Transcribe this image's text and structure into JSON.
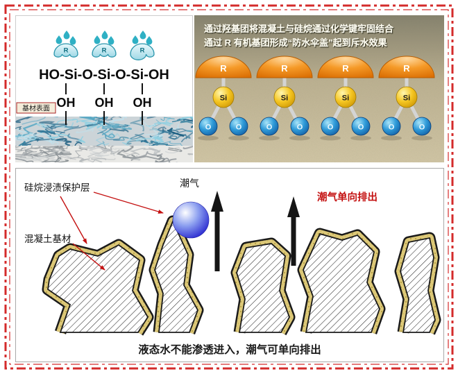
{
  "top_left": {
    "r_label": "R",
    "formula": "HO-Si-O-Si-O-Si-OH",
    "oh_label": "OH",
    "surface_label": "基材表面"
  },
  "top_right": {
    "caption_line1": "通过羟基团将混凝土与硅烷通过化学键牢固结合",
    "caption_line2": "通过 R 有机基团形成“防水伞盖”起到斥水效果",
    "r_label": "R",
    "si_label": "Si",
    "o_label": "O"
  },
  "bottom": {
    "protective_layer_label": "硅烷浸渍保护层",
    "moisture_label": "潮气",
    "moisture_exit_label": "潮气单向排出",
    "concrete_label": "混凝土基材",
    "caption": "液态水不能渗透进入，潮气可单向排出"
  },
  "colors": {
    "border_red": "#d42b2b",
    "accent_red": "#c41111",
    "coating_tan": "#dcc878",
    "dome_orange": "#f59a28",
    "si_yellow": "#f5c622",
    "o_blue": "#2e9ad8",
    "umbrella_teal": "#9fd8e6",
    "moisture_sphere_blue": "#2a2ad0"
  }
}
